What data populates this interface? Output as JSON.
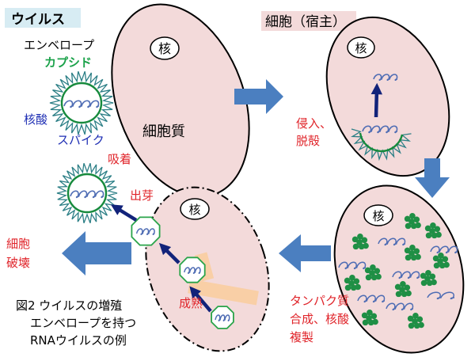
{
  "labels": {
    "virus": "ウイルス",
    "cell_host": "細胞（宿主）",
    "envelope": "エンベロープ",
    "capsid": "カプシド",
    "nucleic_acid": "核酸",
    "spike": "スパイク",
    "adsorption": "吸着",
    "cytoplasm": "細胞質",
    "nucleus_1": "核",
    "nucleus_2": "核",
    "nucleus_3": "核",
    "nucleus_4": "核",
    "entry_line1": "侵入、",
    "entry_line2": "脱殻",
    "synth_line1": "タンパク質",
    "synth_line2": "合成、核酸",
    "synth_line3": "複製",
    "maturation": "成熟",
    "budding": "出芽",
    "destroy_line1": "細胞",
    "destroy_line2": "破壊",
    "caption_line1": "図2  ウイルスの増殖",
    "caption_line2": "エンベロープを持つ",
    "caption_line3": "RNAウイルスの例"
  },
  "colors": {
    "cell_fill": "#f3dada",
    "label_bg": "#f3dada",
    "virus_label_bg": "#d7ecf3",
    "arrow_blue": "#4b7fc0",
    "dark_arrow": "#12237a",
    "red_text": "#e0242a",
    "green_text": "#1ba24a",
    "blue_text": "#1f2fb4",
    "spike_teal": "#2c7f86",
    "capsid_green": "#168a3c",
    "rna_blue": "#4f6db4",
    "protein_green": "#1f8f45",
    "hexagon_green": "#2aa44a",
    "peach": "#f9cfa6"
  }
}
